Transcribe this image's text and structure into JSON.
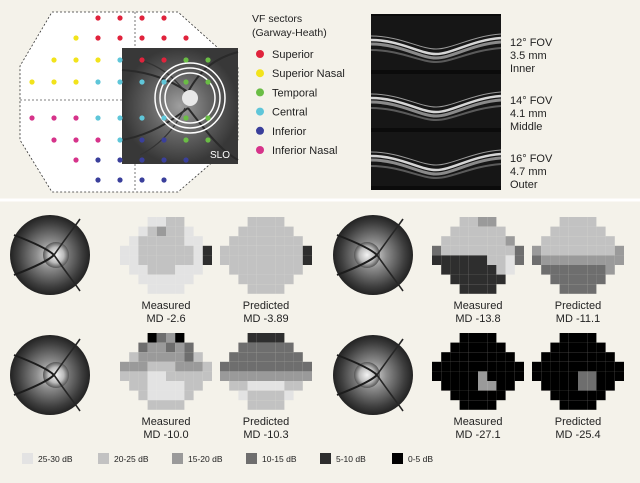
{
  "top": {
    "legend_title_line1": "VF sectors",
    "legend_title_line2": "(Garway-Heath)",
    "slo_label": "SLO",
    "sectors": [
      {
        "label": "Superior",
        "color": "#e0233c"
      },
      {
        "label": "Superior Nasal",
        "color": "#f2e31b"
      },
      {
        "label": "Temporal",
        "color": "#6abd45"
      },
      {
        "label": "Central",
        "color": "#5fc6d9"
      },
      {
        "label": "Inferior",
        "color": "#3a3f9b"
      },
      {
        "label": "Inferior Nasal",
        "color": "#d6338a"
      }
    ],
    "oct_scans": [
      {
        "fov": "12° FOV",
        "size": "3.5 mm",
        "ring": "Inner"
      },
      {
        "fov": "14° FOV",
        "size": "4.1 mm",
        "ring": "Middle"
      },
      {
        "fov": "16° FOV",
        "size": "4.7 mm",
        "ring": "Outer"
      }
    ]
  },
  "examples": [
    {
      "measured_label": "Measured",
      "measured_md": "MD -2.6",
      "predicted_label": "Predicted",
      "predicted_md": "MD -3.89"
    },
    {
      "measured_label": "Measured",
      "measured_md": "MD -13.8",
      "predicted_label": "Predicted",
      "predicted_md": "MD -11.1"
    },
    {
      "measured_label": "Measured",
      "measured_md": "MD -10.0",
      "predicted_label": "Predicted",
      "predicted_md": "MD -10.3"
    },
    {
      "measured_label": "Measured",
      "measured_md": "MD -27.1",
      "predicted_label": "Predicted",
      "predicted_md": "MD -25.4"
    }
  ],
  "scale": [
    {
      "label": "25-30 dB",
      "color": "#e3e3e3"
    },
    {
      "label": "20-25 dB",
      "color": "#c2c2c2"
    },
    {
      "label": "15-20 dB",
      "color": "#9a9a9a"
    },
    {
      "label": "10-15 dB",
      "color": "#6e6e6e"
    },
    {
      "label": "5-10 dB",
      "color": "#2e2e2e"
    },
    {
      "label": "0-5 dB",
      "color": "#000000"
    }
  ]
}
